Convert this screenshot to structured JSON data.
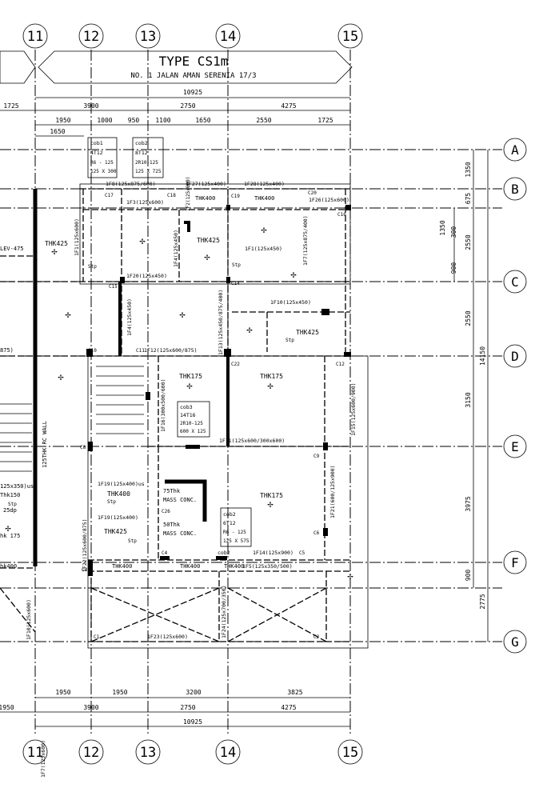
{
  "title_box": {
    "title": "TYPE CS1m",
    "subtitle": "NO. 1 JALAN AMAN SERENIA 17/3"
  },
  "grid_top": [
    "11",
    "12",
    "13",
    "14",
    "15"
  ],
  "grid_bottom": [
    "11",
    "12",
    "13",
    "14",
    "15"
  ],
  "grid_right": [
    "A",
    "B",
    "C",
    "D",
    "E",
    "F",
    "G"
  ],
  "dims_top": {
    "overall": "10925",
    "row2": [
      "1725",
      "3900",
      "2750",
      "4275"
    ],
    "row3": [
      "1950",
      "1000",
      "950",
      "1100",
      "1650",
      "2550",
      "1725"
    ],
    "row4": [
      "1650"
    ]
  },
  "dims_bottom": {
    "row1": [
      "1950",
      "1950",
      "3200",
      "3825"
    ],
    "row2": [
      "1950",
      "3900",
      "2750",
      "4275"
    ],
    "overall": "10925"
  },
  "dims_right": {
    "inner": [
      "1350",
      "675",
      "2550",
      "1350",
      "300",
      "900",
      "2550",
      "3150",
      "3975",
      "900"
    ],
    "outer": [
      "14150",
      "2775"
    ]
  },
  "labels": {
    "left_partial": [
      "LEV-475",
      "875)",
      "125THK RC WALL",
      "125x350)us",
      "Thk150",
      "25dp",
      "hk 175",
      "hk400"
    ],
    "slabs": [
      "THK425",
      "THK425",
      "THK400",
      "THK400",
      "THK425",
      "THK175",
      "THK175",
      "THK400",
      "THK425",
      "THK175",
      "THK400",
      "THK400",
      "THK400"
    ],
    "beams": [
      "1F8(125x875/600)",
      "1F27(125x400)",
      "1F28(125x400)",
      "1F26(125x600)",
      "1F1(125x600)",
      "1F3(125x600)",
      "1F2(125x600)",
      "1F1(125x450)",
      "1F4(125x450)",
      "1F20(125x450)",
      "1F7(125x875/400)",
      "1F10(125x450)",
      "1F4(125x450)",
      "1F13(125x450/875/400)",
      "1F12(125x600/875)",
      "1F16(300x500/600)",
      "1F15(125x600/900)",
      "1F11(125x600/300x600)",
      "1F19(125x400)us",
      "1F19(125x400)",
      "1F21(600/125x900)",
      "1F22(125x600/875)",
      "1F14(125x900)",
      "1F5(125x350/500)",
      "1F23(125x600)",
      "1F24(125x700/350)",
      "1F10(125x600)",
      "1F7(125x600)"
    ],
    "columns": [
      "C17",
      "C18",
      "C19",
      "C20",
      "C16",
      "C15",
      "C14",
      "C10",
      "C11",
      "C22",
      "C12",
      "C8",
      "C9",
      "C26",
      "C6",
      "C4",
      "C3",
      "C5",
      "C1",
      "C2"
    ],
    "mass": [
      "75Thk",
      "MASS CONC.",
      "50Thk",
      "MASS CONC."
    ],
    "steps": [
      "Stp",
      "Stp",
      "Stp",
      "Stp",
      "Stp",
      "Stp"
    ],
    "cob1": [
      "cob1",
      "4T12",
      "R6 - 125",
      "125 X 300"
    ],
    "cob2": [
      "cob2",
      "8T12",
      "2R10-125",
      "125 X 725"
    ],
    "cob3": [
      "cob3",
      "14T16",
      "2R10-125",
      "600 X 125"
    ],
    "cob4": [
      "cob2",
      "6T12",
      "R6 - 125",
      "125 X 575"
    ],
    "cob_label": "cob2"
  }
}
